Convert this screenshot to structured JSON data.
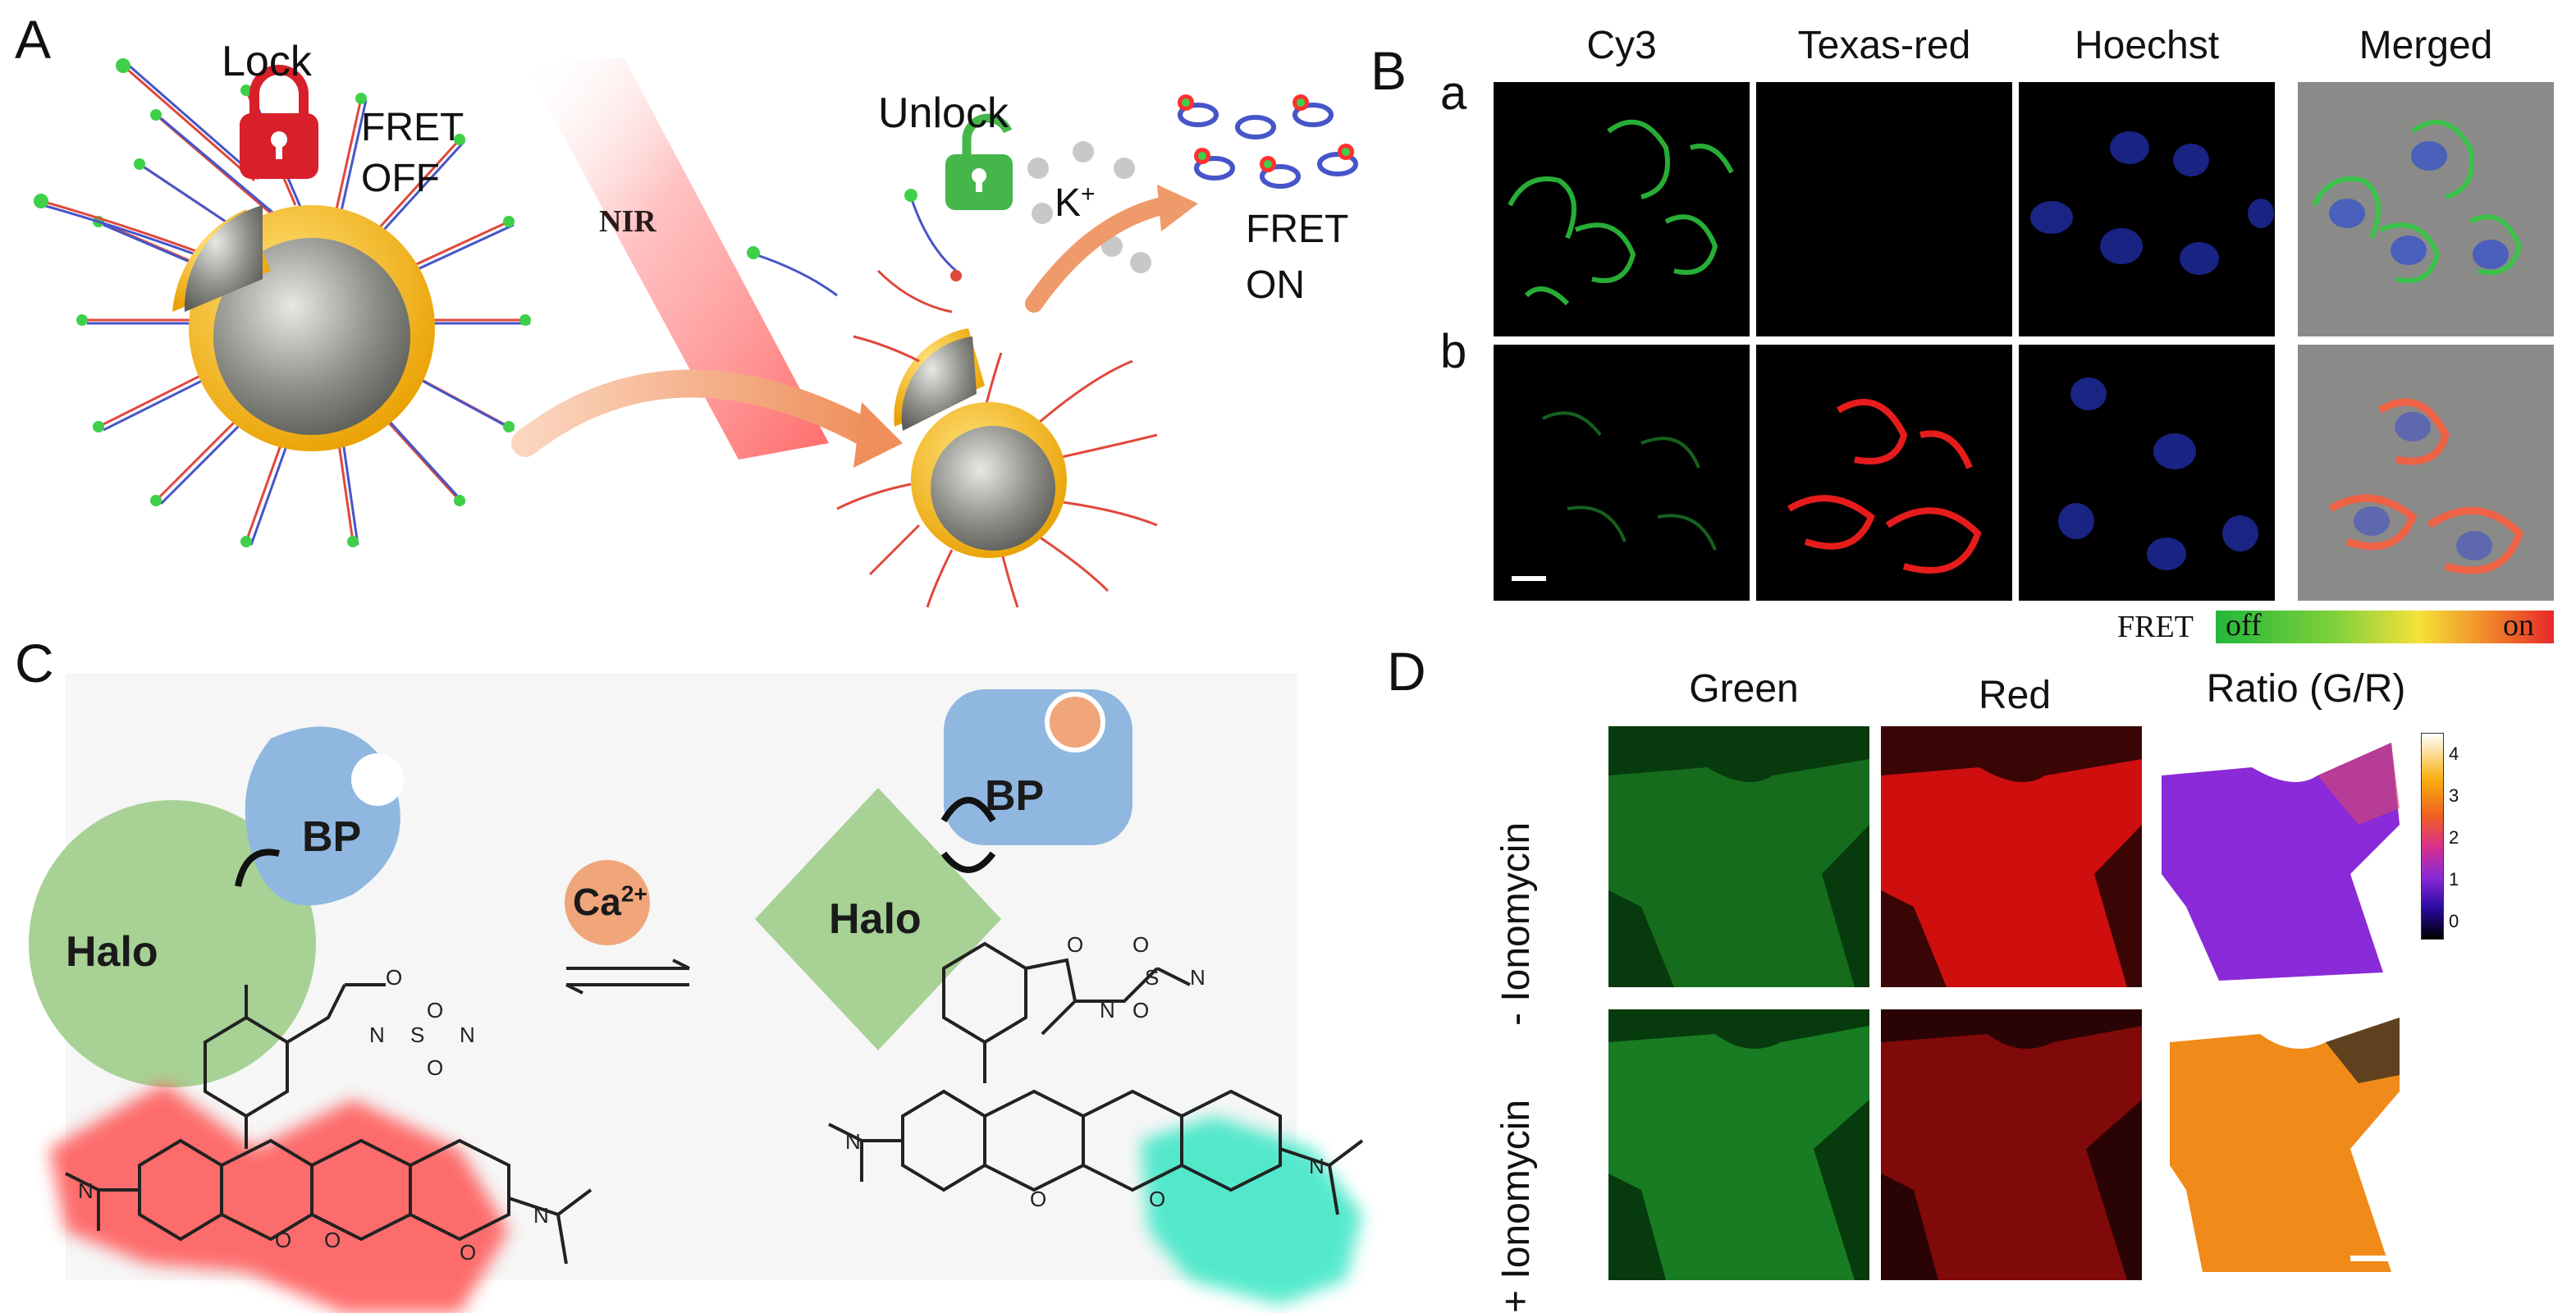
{
  "panels": {
    "A": {
      "letter": "A",
      "lock": "Lock",
      "fret_off_1": "FRET",
      "fret_off_2": "OFF",
      "nir": "NIR",
      "unlock": "Unlock",
      "k_ion": "K",
      "k_sup": "+",
      "fret_on_1": "FRET",
      "fret_on_2": "ON"
    },
    "B": {
      "letter": "B",
      "columns": [
        "Cy3",
        "Texas-red",
        "Hoechst",
        "Merged"
      ],
      "rows": [
        "a",
        "b"
      ],
      "colorbar_label": "FRET",
      "colorbar_off": "off",
      "colorbar_on": "on"
    },
    "C": {
      "letter": "C",
      "halo": "Halo",
      "bp": "BP",
      "ca_ion": "Ca",
      "ca_sup": "2+"
    },
    "D": {
      "letter": "D",
      "columns": [
        "Green",
        "Red",
        "Ratio (G/R)"
      ],
      "row_minus": "- Ionomycin",
      "row_plus": "+ Ionomycin",
      "colorbar_ticks": [
        "4",
        "3",
        "2",
        "1",
        "0"
      ]
    }
  },
  "colors": {
    "gold": "#f5b800",
    "gray_core": "#8a8a86",
    "salmon_arrow": "#ef9a6a",
    "halo_green": "#9fcc8a",
    "bp_blue": "#8fb7e0",
    "ca_orange": "#f0a67a",
    "red_glow": "#ff4444",
    "teal_glow": "#33e0c0"
  }
}
